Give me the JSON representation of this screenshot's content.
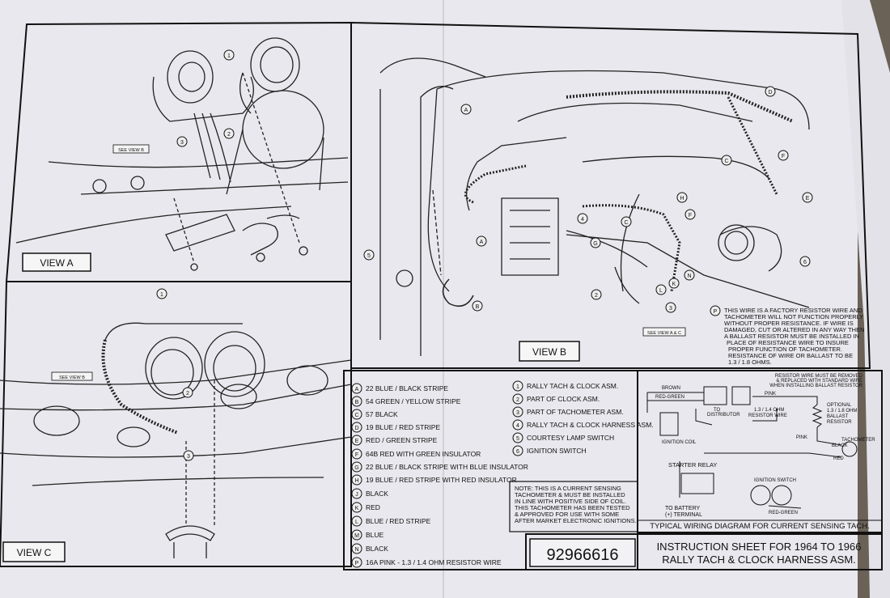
{
  "views": {
    "a": {
      "label": "VIEW A",
      "see_view_b": "SEE VIEW B"
    },
    "b": {
      "label": "VIEW B",
      "see_view_ac": "SEE VIEW A & C"
    },
    "c": {
      "label": "VIEW C",
      "see_view_b": "SEE VIEW B"
    }
  },
  "callouts": {
    "n1": "1",
    "n2": "2",
    "n3": "3",
    "n4": "4",
    "n5": "5",
    "n6": "6",
    "A": "A",
    "B": "B",
    "C": "C",
    "D": "D",
    "E": "E",
    "F": "F",
    "G": "G",
    "H": "H",
    "K": "K",
    "L": "L",
    "N": "N",
    "P": "P"
  },
  "resistor_note": [
    "THIS WIRE IS A FACTORY RESISTOR WIRE AND",
    "TACHOMETER WILL NOT FUNCTION PROPERLY",
    "WITHOUT PROPER RESISTANCE. IF WIRE IS",
    "DAMAGED, CUT OR ALTERED IN ANY WAY THEN",
    "A BALLAST RESISTOR MUST BE INSTALLED IN",
    "PLACE OF RESISTANCE WIRE TO INSURE",
    "PROPER FUNCTION OF TACHOMETER.",
    "RESISTANCE OF WIRE OR BALLAST TO BE",
    "1.3 / 1.8 OHMS."
  ],
  "wire_legend": [
    {
      "key": "A",
      "text": "22 BLUE / BLACK STRIPE"
    },
    {
      "key": "B",
      "text": "54 GREEN / YELLOW STRIPE"
    },
    {
      "key": "C",
      "text": "57 BLACK"
    },
    {
      "key": "D",
      "text": "19 BLUE / RED STRIPE"
    },
    {
      "key": "E",
      "text": "RED / GREEN STRIPE"
    },
    {
      "key": "F",
      "text": "64B RED WITH GREEN INSULATOR"
    },
    {
      "key": "G",
      "text": "22 BLUE / BLACK STRIPE WITH BLUE INSULATOR"
    },
    {
      "key": "H",
      "text": "19 BLUE / RED STRIPE WITH RED INSULATOR"
    },
    {
      "key": "J",
      "text": "BLACK"
    },
    {
      "key": "K",
      "text": "RED"
    },
    {
      "key": "L",
      "text": "BLUE / RED STRIPE"
    },
    {
      "key": "M",
      "text": "BLUE"
    },
    {
      "key": "N",
      "text": "BLACK"
    },
    {
      "key": "P",
      "text": "16A PINK - 1.3 / 1.4 OHM RESISTOR WIRE"
    }
  ],
  "parts_legend": [
    {
      "key": "1",
      "text": "RALLY TACH & CLOCK ASM."
    },
    {
      "key": "2",
      "text": "PART OF CLOCK ASM."
    },
    {
      "key": "3",
      "text": "PART OF TACHOMETER ASM."
    },
    {
      "key": "4",
      "text": "RALLY TACH & CLOCK HARNESS ASM."
    },
    {
      "key": "5",
      "text": "COURTESY LAMP SWITCH"
    },
    {
      "key": "6",
      "text": "IGNITION SWITCH"
    }
  ],
  "current_note": [
    "NOTE: THIS IS A CURRENT SENSING",
    "TACHOMETER & MUST BE INSTALLED",
    "IN LINE WITH POSITIVE SIDE OF COIL.",
    "THIS TACHOMETER HAS BEEN TESTED",
    "& APPROVED FOR USE WITH SOME",
    "AFTER MARKET ELECTRONIC IGNITIONS."
  ],
  "wiring_diagram": {
    "top_note": [
      "RESISTOR WIRE MUST BE REMOVED",
      "& REPLACED WITH STANDARD WIRE",
      "WHEN INSTALLING BALLAST RESISTOR"
    ],
    "brown": "BROWN",
    "red_green": "RED-GREEN",
    "pink": "PINK",
    "to_distributor": [
      "TO",
      "DISTRIBUTOR"
    ],
    "resistor_wire": [
      "1.3 / 1.4 OHM",
      "RESISTOR WIRE"
    ],
    "optional": [
      "OPTIONAL",
      "1.3 / 1.8 OHM",
      "BALLAST",
      "RESISTOR"
    ],
    "ignition_coil": "IGNITION COIL",
    "tachometer": "TACHOMETER",
    "black": "BLACK",
    "red": "RED",
    "starter_relay": "STARTER RELAY",
    "to_battery": [
      "TO BATTERY",
      "(+) TERMINAL"
    ],
    "ignition_switch": "IGNITION SWITCH",
    "red_green_2": "RED-GREEN",
    "caption": "TYPICAL WIRING DIAGRAM FOR CURRENT SENSING TACH."
  },
  "part_number": "92966616",
  "title_lines": [
    "INSTRUCTION SHEET FOR 1964 TO 1966",
    "RALLY TACH & CLOCK HARNESS ASM."
  ]
}
